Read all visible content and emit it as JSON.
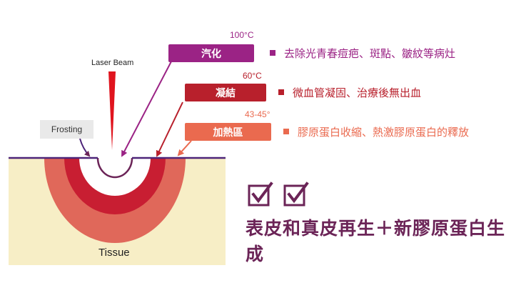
{
  "laser_label": "Laser Beam",
  "frosting_label": "Frosting",
  "tissue_label": "Tissue",
  "zones": [
    {
      "temp": "100°C",
      "name": "汽化",
      "effect": "去除光青春痘疤、斑點、皺紋等病灶",
      "color": "#9b2385"
    },
    {
      "temp": "60°C",
      "name": "凝結",
      "effect": "微血管凝固、治療後無出血",
      "color": "#b8202c"
    },
    {
      "temp": "43-45°",
      "name": "加熱區",
      "effect": "膠原蛋白收縮、熱激膠原蛋白的釋放",
      "color": "#ea6a4f"
    }
  ],
  "result_text": "表皮和真皮再生＋新膠原蛋白生成",
  "colors": {
    "tissue": "#f7eec6",
    "outer_ring": "#e0685a",
    "mid_ring": "#c81e32",
    "inner_ring": "#ffffff",
    "surface_line": "#4d2479",
    "check": "#6b2457",
    "laser": "#e0141e"
  },
  "icons": [
    "checkbox-checked-icon",
    "checkbox-checked-icon"
  ]
}
